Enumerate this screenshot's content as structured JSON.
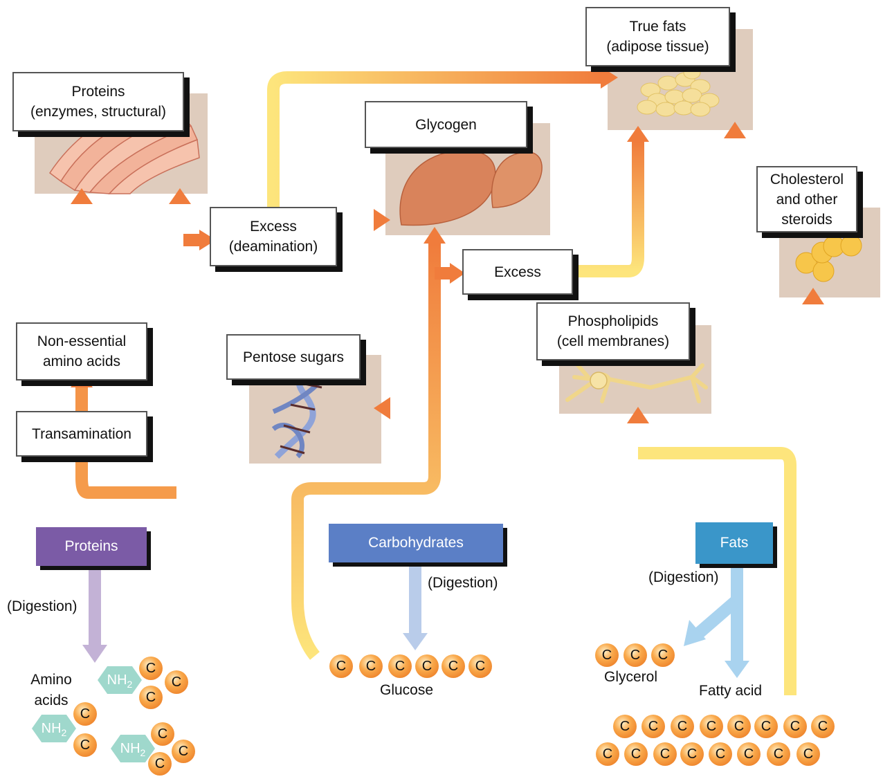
{
  "boxes": {
    "proteins_top": "Proteins\n(enzymes, structural)",
    "true_fats": "True fats\n(adipose tissue)",
    "glycogen": "Glycogen",
    "excess_deamination": "Excess\n(deamination)",
    "excess": "Excess",
    "cholesterol": "Cholesterol\nand other\nsteroids",
    "phospholipids": "Phospholipids\n(cell membranes)",
    "pentose": "Pentose sugars",
    "nonessential": "Non-essential\namino acids",
    "transamination": "Transamination"
  },
  "sources": {
    "proteins": "Proteins",
    "carbohydrates": "Carbohydrates",
    "fats": "Fats"
  },
  "labels": {
    "digestion_proteins": "(Digestion)",
    "digestion_carbs": "(Digestion)",
    "digestion_fats": "(Digestion)",
    "amino_acids": "Amino\nacids",
    "glucose": "Glucose",
    "glycerol": "Glycerol",
    "fatty_acid": "Fatty acid"
  },
  "molecules": {
    "carbon": "C",
    "nh2": "NH",
    "nh2_sub": "2"
  },
  "colors": {
    "proteins": "#7b5ba6",
    "carbohydrates": "#5b7fc6",
    "fats": "#3a96c9",
    "pathway_light": "#fde57c",
    "pathway_dark": "#f07c3c",
    "digestion_protein_arrow": "#c3b2d6",
    "digestion_carb_arrow": "#b9ccea",
    "digestion_fat_arrow": "#a9d3ef",
    "panel": "#dfccbd"
  }
}
